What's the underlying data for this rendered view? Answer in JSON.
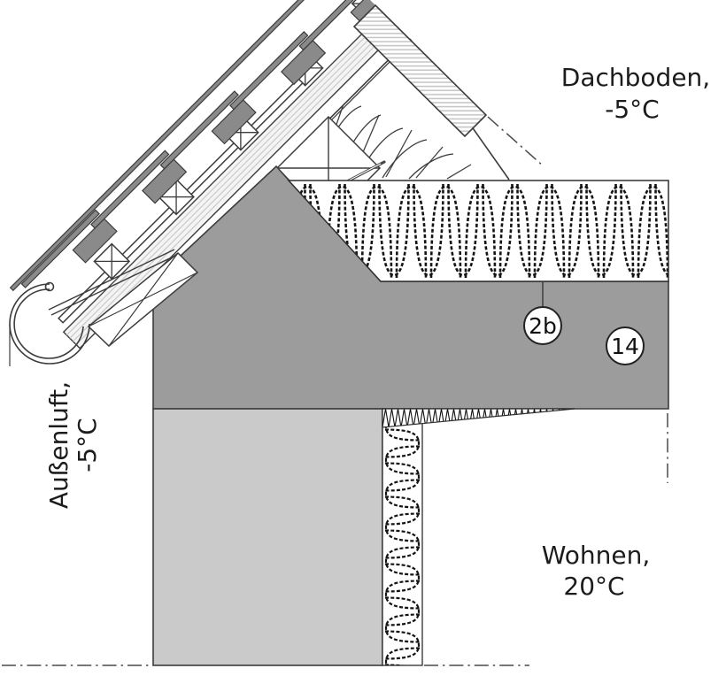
{
  "diagram": {
    "regions": {
      "attic": {
        "line1": "Dachboden,",
        "line2": "-5°C"
      },
      "outside": {
        "line1": "Außenluft,",
        "line2": "-5°C"
      },
      "living": {
        "line1": "Wohnen,",
        "line2": "20°C"
      }
    },
    "markers": {
      "m2b": "2b",
      "m14": "14"
    },
    "colors": {
      "concrete_dark": "#9c9c9c",
      "masonry_light": "#cacaca",
      "tile_gray": "#8a8a8a",
      "line_dark": "#3c3c3c",
      "background": "#ffffff"
    }
  }
}
